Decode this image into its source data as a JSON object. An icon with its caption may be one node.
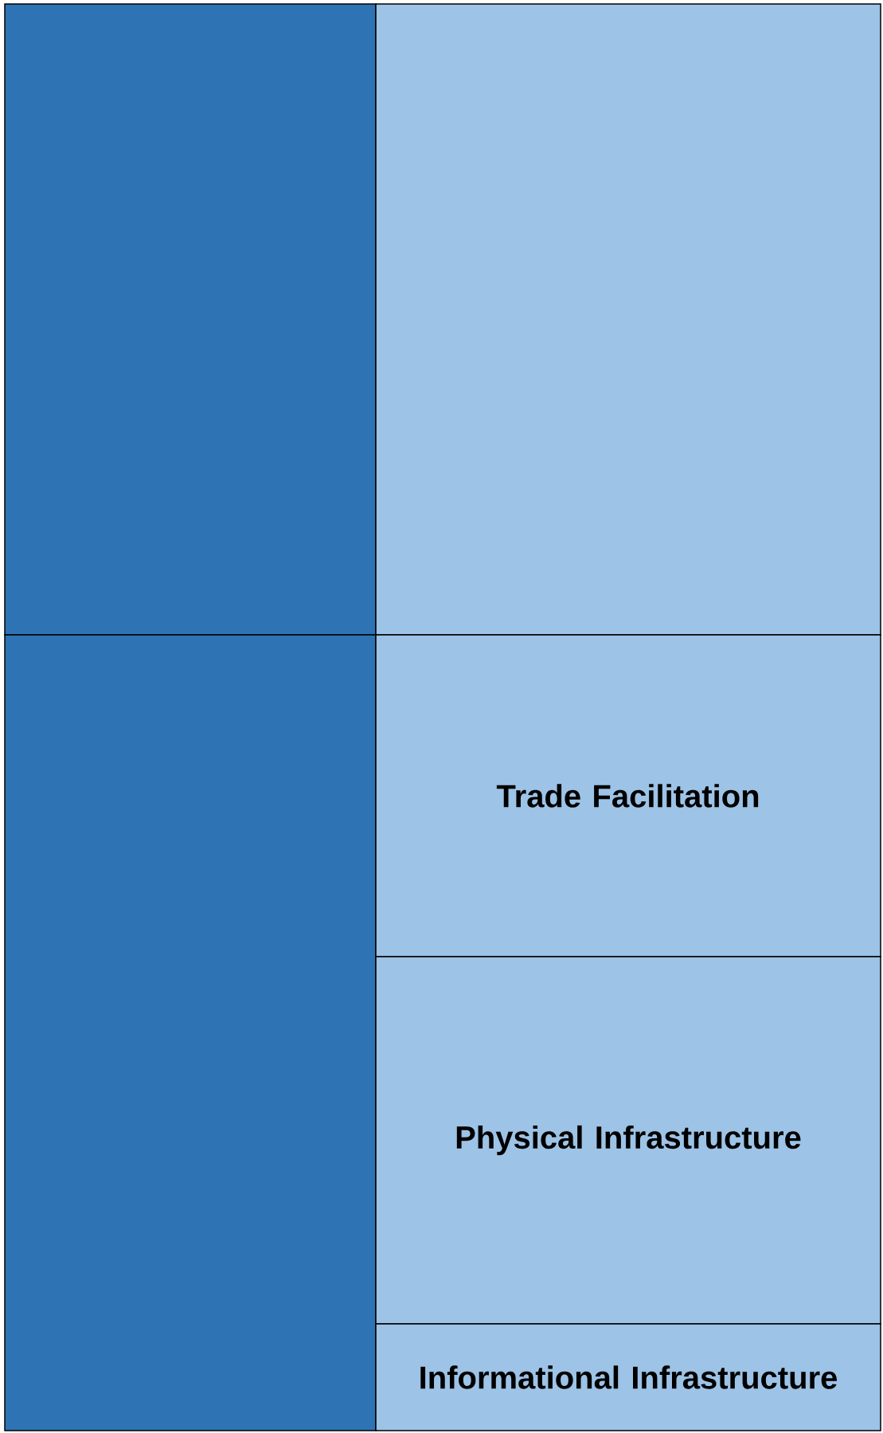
{
  "diagram": {
    "nodes": [
      {
        "text": [],
        "shape": "box"
      },
      {
        "text": [],
        "shape": "box"
      },
      {
        "text": [],
        "shape": "box"
      },
      {
        "text": [
          "Trade Facilitation"
        ]
      },
      {
        "text": [
          "Physical Infrastructure"
        ]
      },
      {
        "text": [
          "Informational Infrastructure"
        ]
      }
    ]
  }
}
